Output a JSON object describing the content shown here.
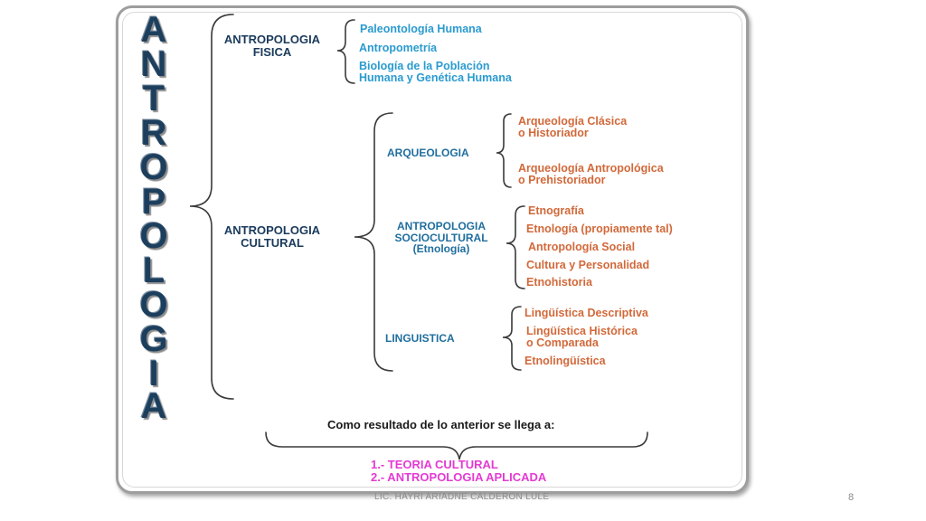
{
  "title_letters": [
    "A",
    "N",
    "T",
    "R",
    "O",
    "P",
    "O",
    "L",
    "O",
    "G",
    "I",
    "A"
  ],
  "fisica": {
    "heading": [
      "ANTROPOLOGIA",
      "FISICA"
    ],
    "items": [
      [
        "Paleontología Humana"
      ],
      [
        "Antropometría"
      ],
      [
        "Biología de la Población",
        "Humana y Genética Humana"
      ]
    ]
  },
  "cultural": {
    "heading": [
      "ANTROPOLOGIA",
      "CULTURAL"
    ],
    "arqueologia": {
      "heading": [
        "ARQUEOLOGIA"
      ],
      "items": [
        [
          "Arqueología Clásica",
          "o Historiador"
        ],
        [
          "Arqueología Antropológica",
          "o Prehistoriador"
        ]
      ]
    },
    "sociocultural": {
      "heading": [
        "ANTROPOLOGIA",
        "SOCIOCULTURAL",
        "(Etnología)"
      ],
      "items": [
        [
          "Etnografía"
        ],
        [
          "Etnología (propiamente tal)"
        ],
        [
          "Antropología Social"
        ],
        [
          "Cultura y Personalidad"
        ],
        [
          "Etnohistoria"
        ]
      ]
    },
    "linguistica": {
      "heading": [
        "LINGUISTICA"
      ],
      "items": [
        [
          "Lingüística Descriptiva"
        ],
        [
          "Lingüística Histórica",
          "o Comparada"
        ],
        [
          "Etnolingüística"
        ]
      ]
    }
  },
  "conclusion": {
    "lead": "Como resultado de lo anterior se llega a:",
    "results": [
      "1.- TEORIA CULTURAL",
      "2.- ANTROPOLOGIA APLICADA"
    ]
  },
  "footer": {
    "author": "LIC. HAYRI ARIADNE CALDERON LULE",
    "page": "8"
  },
  "colors": {
    "title": "#1d3f5e",
    "heading": "#1a3a5c",
    "fisica_items": "#2a9bd0",
    "sub_headings": "#1f6e9e",
    "cultural_items": "#d2693a",
    "results": "#e43ad3"
  }
}
